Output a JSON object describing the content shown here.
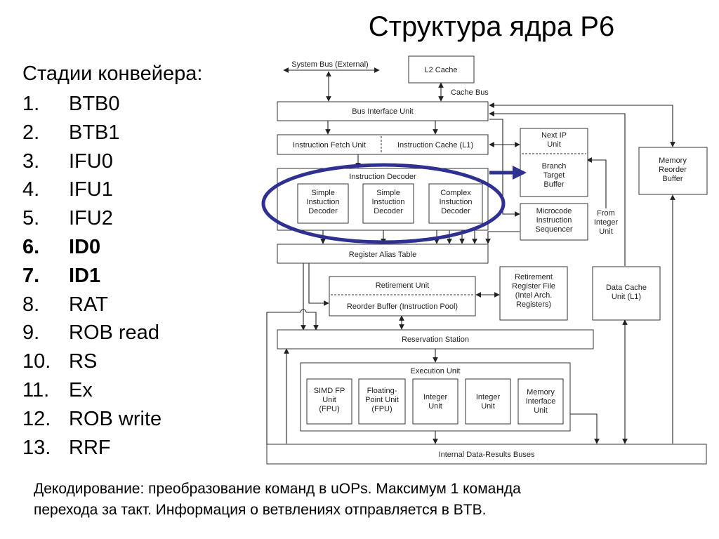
{
  "slide": {
    "title": "Структура ядра P6",
    "stages_heading": "Стадии конвейера:",
    "stages": [
      {
        "num": "1.",
        "label": "BTB0",
        "bold": false
      },
      {
        "num": "2.",
        "label": "BTB1",
        "bold": false
      },
      {
        "num": "3.",
        "label": "IFU0",
        "bold": false
      },
      {
        "num": "4.",
        "label": "IFU1",
        "bold": false
      },
      {
        "num": "5.",
        "label": "IFU2",
        "bold": false
      },
      {
        "num": "6.",
        "label": "ID0",
        "bold": true
      },
      {
        "num": "7.",
        "label": "ID1",
        "bold": true
      },
      {
        "num": "8.",
        "label": "RAT",
        "bold": false
      },
      {
        "num": "9.",
        "label": "ROB read",
        "bold": false
      },
      {
        "num": "10.",
        "label": "RS",
        "bold": false
      },
      {
        "num": "11.",
        "label": "Ex",
        "bold": false
      },
      {
        "num": "12.",
        "label": "ROB write",
        "bold": false
      },
      {
        "num": "13.",
        "label": "RRF",
        "bold": false
      }
    ],
    "caption_line1": "Декодирование: преобразование команд в uOPs. Максимум 1 команда",
    "caption_line2": "перехода за такт. Информация о ветвлениях отправляется в BTB."
  },
  "diagram": {
    "system_bus": "System Bus (External)",
    "l2_cache": "L2 Cache",
    "cache_bus": "Cache Bus",
    "bus_interface_unit": "Bus Interface Unit",
    "instruction_fetch_unit": "Instruction Fetch Unit",
    "instruction_cache": "Instruction Cache (L1)",
    "next_ip": [
      "Next IP",
      "Unit"
    ],
    "branch_target_buffer": [
      "Branch",
      "Target",
      "Buffer"
    ],
    "memory_reorder_buffer": [
      "Memory",
      "Reorder",
      "Buffer"
    ],
    "instruction_decoder": "Instruction Decoder",
    "simple_decoder_1": [
      "Simple",
      "Instuction",
      "Decoder"
    ],
    "simple_decoder_2": [
      "Simple",
      "Instuction",
      "Decoder"
    ],
    "complex_decoder": [
      "Complex",
      "Instuction",
      "Decoder"
    ],
    "microcode_sequencer": [
      "Microcode",
      "Instruction",
      "Sequencer"
    ],
    "from_integer_unit": [
      "From",
      "Integer",
      "Unit"
    ],
    "register_alias_table": "Register Alias Table",
    "retirement_unit": "Retirement Unit",
    "reorder_buffer": "Reorder Buffer (Instruction Pool)",
    "retirement_register_file": [
      "Retirement",
      "Register File",
      "(Intel Arch.",
      "Registers)"
    ],
    "data_cache_unit": [
      "Data Cache",
      "Unit (L1)"
    ],
    "reservation_station": "Reservation Station",
    "execution_unit": "Execution Unit",
    "simd_fp_unit": [
      "SIMD FP",
      "Unit",
      "(FPU)"
    ],
    "floating_point_unit": [
      "Floating-",
      "Point Unit",
      "(FPU)"
    ],
    "integer_unit_1": [
      "Integer",
      "Unit"
    ],
    "integer_unit_2": [
      "Integer",
      "Unit"
    ],
    "memory_interface_unit": [
      "Memory",
      "Interface",
      "Unit"
    ],
    "internal_buses": "Internal Data-Results Buses",
    "highlight_color": "#2e3192"
  }
}
